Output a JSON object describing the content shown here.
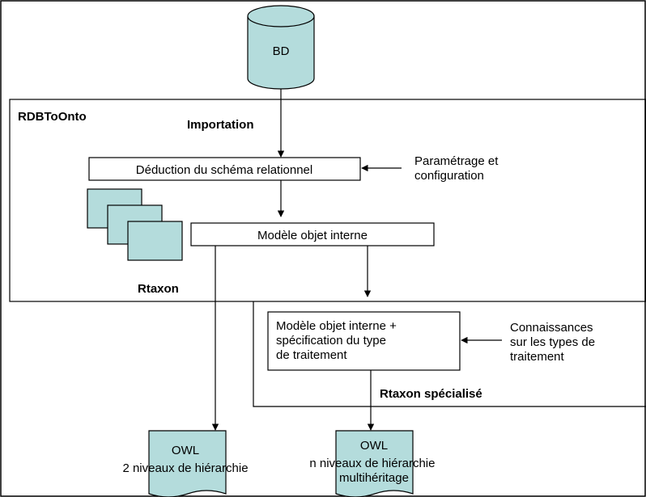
{
  "database": {
    "label": "BD"
  },
  "containers": {
    "rdbtoonto": {
      "label": "RDBToOnto"
    },
    "rtaxon": {
      "label": "Rtaxon"
    },
    "rtaxon_specialise": {
      "label": "Rtaxon spécialisé"
    }
  },
  "steps": {
    "importation": "Importation",
    "deduction": "Déduction du schéma relationnel",
    "modele_objet": "Modèle objet interne",
    "modele_objet_specialise": [
      "Modèle objet interne +",
      "spécification du type",
      "de traitement"
    ]
  },
  "inputs": {
    "parametrage": [
      "Paramétrage et",
      "configuration"
    ],
    "connaissances": [
      "Connaissances",
      "sur les types de",
      "traitement"
    ]
  },
  "outputs": {
    "owl_left": {
      "title": "OWL",
      "caption": "2 niveaux de hiérarchie"
    },
    "owl_right": {
      "title": "OWL",
      "caption": [
        "n niveaux de hiérarchie",
        "multihéritage"
      ]
    }
  },
  "colors": {
    "shape_fill": "#b4dcdc",
    "stroke": "#000000",
    "background": "#ffffff"
  }
}
